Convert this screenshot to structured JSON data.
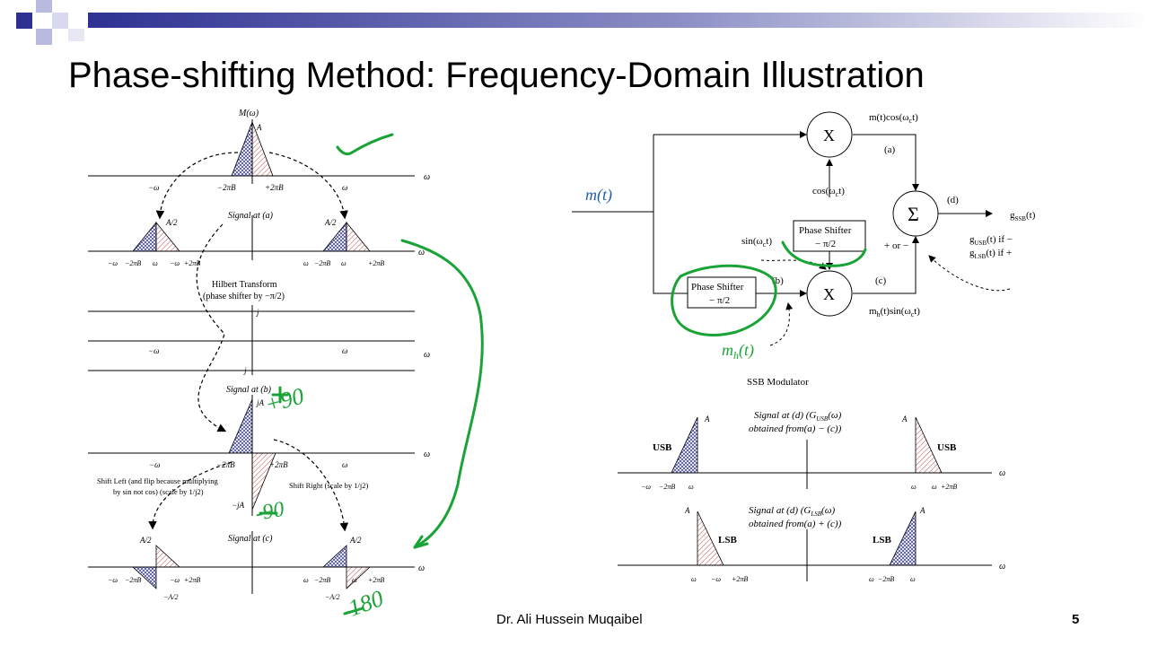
{
  "slide": {
    "title": "Phase-shifting Method: Frequency-Domain Illustration",
    "footer": "Dr. Ali Hussein Muqaibel",
    "page_number": "5"
  },
  "left_figure": {
    "m_label": "M(ω)",
    "peak_A": "A",
    "omega": "ω",
    "ticks_top": [
      "−ω",
      "−2πB",
      "+2πB",
      "ω"
    ],
    "signal_a": "Signal at (a)",
    "half_A": "A/2",
    "ticks_a": [
      "−ω",
      "−2πB",
      "ω",
      "−ω",
      "+2πB",
      "ω",
      "−2πB",
      "ω",
      "+2πB"
    ],
    "hilbert_line1": "Hilbert Transform",
    "hilbert_line2": "(phase shifter by −π/2)",
    "j": "j",
    "minus_j": "−j",
    "signal_b": "Signal at (b)",
    "jA": "jA",
    "minus_jA": "−jA",
    "shift_left_1": "Shift Left (and flip because multiplying",
    "shift_left_2": "by sin not cos) (scale by 1/j2)",
    "shift_right": "Shift Right (scale by 1/j2)",
    "signal_c": "Signal at (c)",
    "minus_half_A": "−A/2",
    "sub_c": "c"
  },
  "modulator": {
    "m_t": "m(t)",
    "x_mult": "X",
    "out_a": "m(t)cos(ω",
    "label_a": "(a)",
    "cos_in": "cos(ω",
    "phase_shifter": "Phase Shifter",
    "minus_pi_2": "− π/2",
    "sin_in": "sin(ω",
    "sum": "Σ",
    "label_d": "(d)",
    "g_ssb": "g",
    "ssb_sub": "SSB",
    "paren_t": "(t)",
    "plus_or_minus": "+ or −",
    "usb_if": "(t) if −",
    "lsb_if": "(t) if +",
    "usb_sub": "USB",
    "lsb_sub": "LSB",
    "label_b": "(b)",
    "label_c": "(c)",
    "mh_out": "m",
    "mh_sub": "h",
    "mh_rest": "(t)sin(ω",
    "mh_t": "m",
    "caption": "SSB Modulator",
    "c_sub": "c",
    "t_close": "t)"
  },
  "spectra": {
    "usb_title_1": "Signal at (d) (G",
    "usb_title_2": "obtained from(a) − (c))",
    "lsb_title_1": "Signal at (d) (G",
    "lsb_title_2": "obtained from(a) + (c))",
    "usb": "USB",
    "lsb": "LSB",
    "A": "A",
    "omega": "ω",
    "ticks_usb": [
      "−ω",
      "−2πB",
      "ω",
      "ω",
      "ω",
      "+2πB"
    ],
    "ticks_lsb": [
      "ω",
      "−ω",
      "+2πB",
      "ω",
      "−2πB",
      "ω"
    ]
  },
  "annotations": {
    "plus_90": "+90",
    "minus_90": "-90",
    "minus_180": "-180"
  },
  "colors": {
    "header_bar": "#2e3192",
    "blue_hatch": "#2e3192",
    "red_hatch": "#b22222",
    "pen_green": "#1aa336",
    "mt_blue": "#1f5fa8"
  }
}
